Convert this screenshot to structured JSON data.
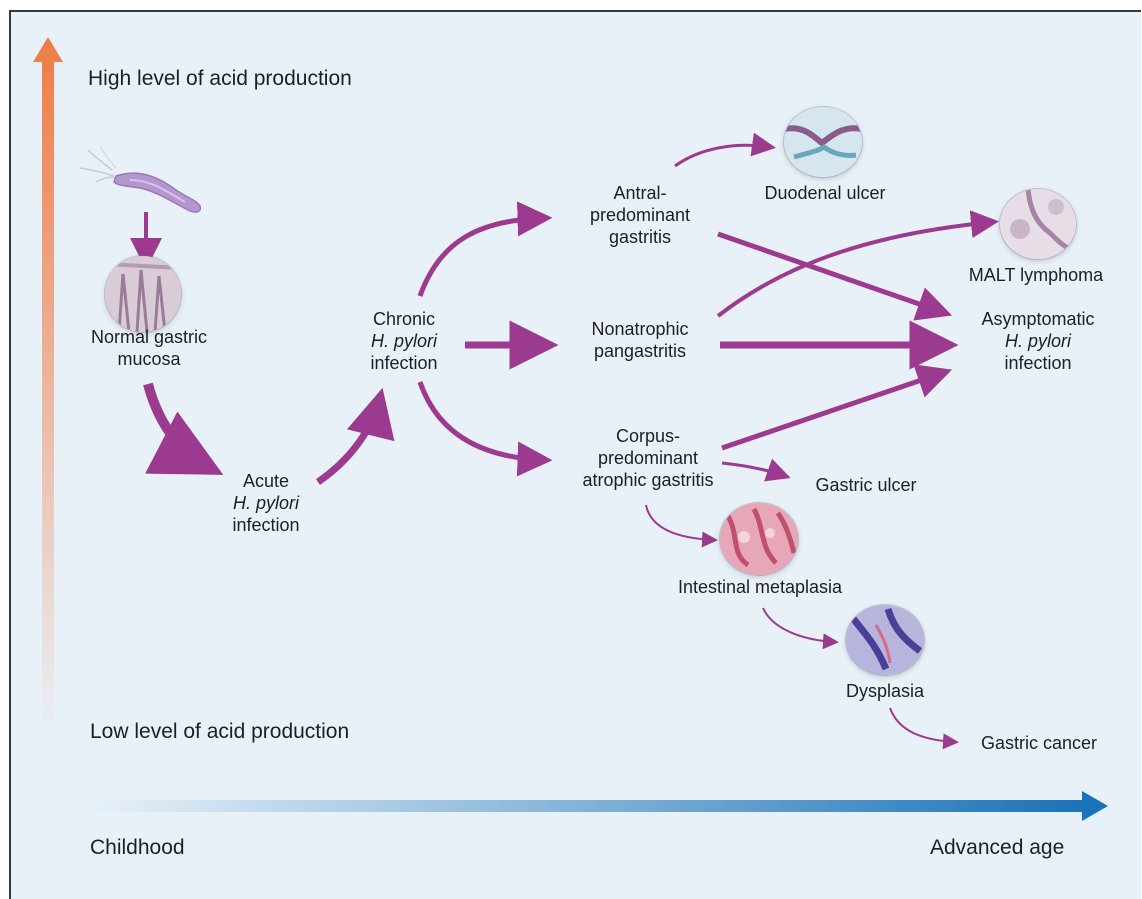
{
  "axes": {
    "y_top_label": "High level of acid production",
    "y_bottom_label": "Low level of acid production",
    "x_left_label": "Childhood",
    "x_right_label": "Advanced age"
  },
  "nodes": {
    "normal": [
      "Normal gastric",
      "mucosa"
    ],
    "acute": [
      "Acute",
      "H. pylori",
      "infection"
    ],
    "chronic": [
      "Chronic",
      "H. pylori",
      "infection"
    ],
    "antral": [
      "Antral-",
      "predominant",
      "gastritis"
    ],
    "nonatrophic": [
      "Nonatrophic",
      "pangastritis"
    ],
    "corpus": [
      "Corpus-",
      "predominant",
      "atrophic gastritis"
    ],
    "duodenal_ulcer": "Duodenal ulcer",
    "malt_lymphoma": "MALT lymphoma",
    "asymptomatic": [
      "Asymptomatic",
      "H. pylori",
      "infection"
    ],
    "gastric_ulcer": "Gastric ulcer",
    "intestinal_metaplasia": "Intestinal metaplasia",
    "dysplasia": "Dysplasia",
    "gastric_cancer": "Gastric cancer"
  },
  "colors": {
    "arrow": "#9b3a8f",
    "y_axis_top": "#ef7f4a",
    "x_axis_end": "#1a73b8",
    "background": "#e9f1f8"
  }
}
